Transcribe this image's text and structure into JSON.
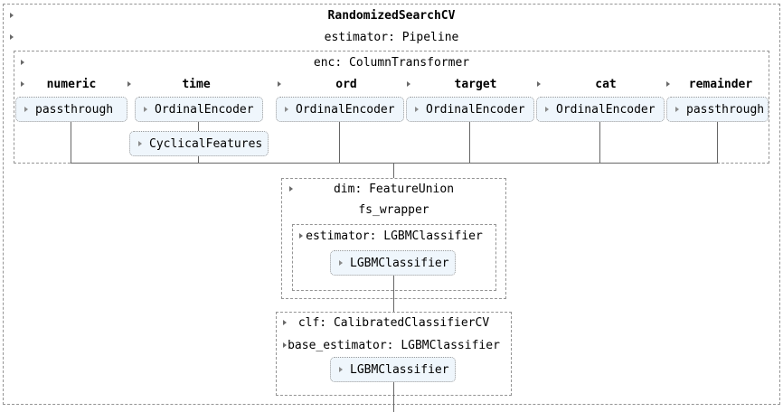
{
  "root": {
    "title": "RandomizedSearchCV",
    "estimator_line": "estimator: Pipeline"
  },
  "column_transformer": {
    "title": "enc: ColumnTransformer",
    "columns": [
      {
        "name": "numeric",
        "steps": [
          "passthrough"
        ]
      },
      {
        "name": "time",
        "steps": [
          "OrdinalEncoder",
          "CyclicalFeatures"
        ]
      },
      {
        "name": "ord",
        "steps": [
          "OrdinalEncoder"
        ]
      },
      {
        "name": "target",
        "steps": [
          "OrdinalEncoder"
        ]
      },
      {
        "name": "cat",
        "steps": [
          "OrdinalEncoder"
        ]
      },
      {
        "name": "remainder",
        "steps": [
          "passthrough"
        ]
      }
    ]
  },
  "feature_union": {
    "title": "dim: FeatureUnion",
    "subtitle": "fs_wrapper",
    "inner": {
      "title": "estimator: LGBMClassifier",
      "estimator": "LGBMClassifier"
    }
  },
  "calibrated": {
    "title": "clf: CalibratedClassifierCV",
    "base_estimator_line": "base_estimator: LGBMClassifier",
    "estimator": "LGBMClassifier"
  },
  "icons": {
    "expand": "expand-caret-icon"
  },
  "colors": {
    "estimator_box_background": "#eff6fc",
    "estimator_box_border": "#9a9a9a",
    "container_border": "#949494",
    "connector_line": "#666666",
    "text": "#000000"
  }
}
